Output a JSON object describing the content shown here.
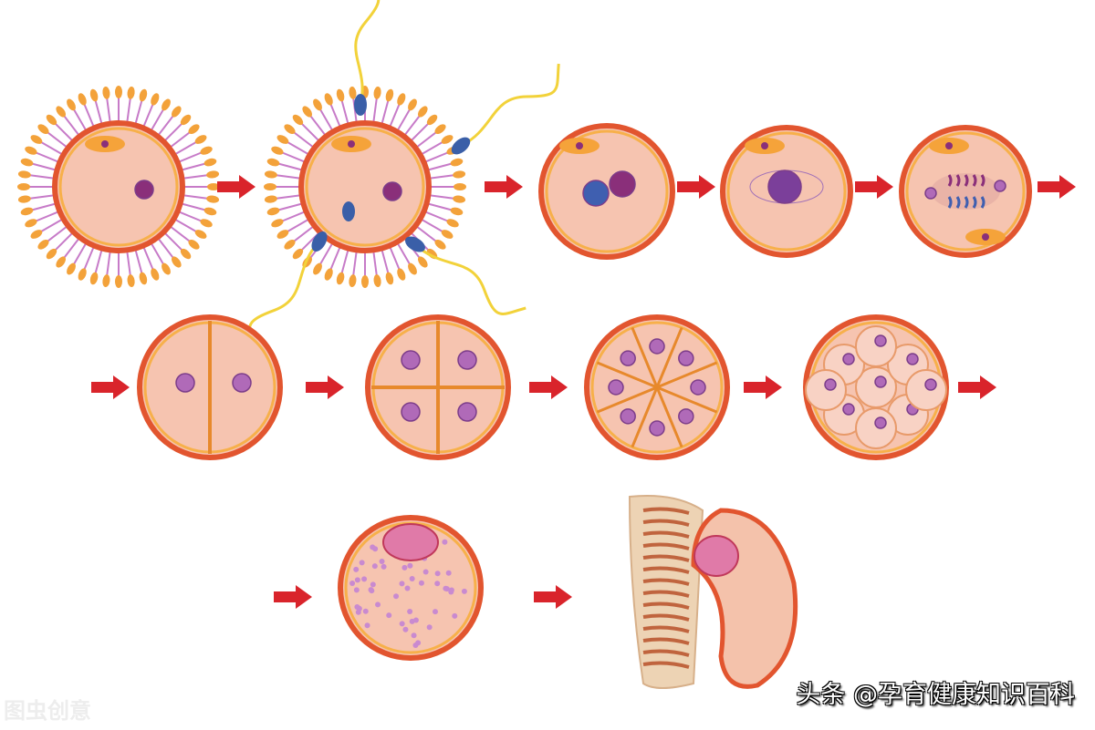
{
  "watermark": {
    "main": "头条 @孕育健康知识百科",
    "corner": "图虫创意"
  },
  "colors": {
    "arrow": "#d9242b",
    "cell_membrane": "#e2552f",
    "zona": "#f3a23a",
    "cytoplasm": "#f6c4b0",
    "nucleus": "#8a2f7a",
    "corona": "#c77bc8",
    "sperm_head": "#3a5fa8",
    "sperm_tail": "#f2d23a"
  },
  "stages": [
    {
      "id": "oocyte-with-corona"
    },
    {
      "id": "fertilization"
    },
    {
      "id": "pronuclei"
    },
    {
      "id": "spindle-formation"
    },
    {
      "id": "first-mitosis"
    },
    {
      "id": "two-cell"
    },
    {
      "id": "four-cell"
    },
    {
      "id": "eight-cell"
    },
    {
      "id": "morula"
    },
    {
      "id": "blastocyst"
    },
    {
      "id": "implantation"
    }
  ]
}
